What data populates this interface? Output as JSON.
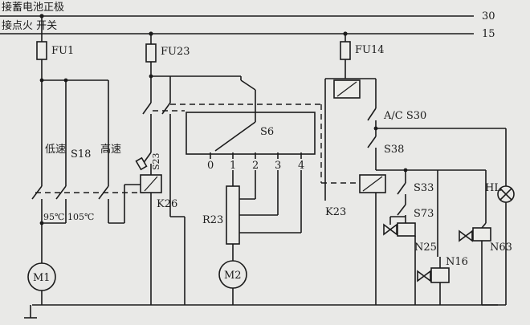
{
  "rails": {
    "battery_positive": "接蓄电池正极",
    "ignition_switch": "接点火  开关",
    "rail_30": "30",
    "rail_15": "15"
  },
  "fuses": {
    "fu1": "FU1",
    "fu23": "FU23",
    "fu14": "FU14"
  },
  "fan_switch": {
    "low_speed": "低速",
    "high_speed": "高速",
    "name": "S18",
    "temp_low": "95℃",
    "temp_high": "105℃"
  },
  "motors": {
    "m1": "M1",
    "m2": "M2"
  },
  "relays": {
    "k26": "K26",
    "k23": "K23",
    "s23": "S23"
  },
  "blower": {
    "switch": "S6",
    "resistor": "R23",
    "positions": [
      "0",
      "1",
      "2",
      "3",
      "4"
    ]
  },
  "ac_circuit": {
    "ac_switch": "A/C S30",
    "s38": "S38",
    "s33": "S33",
    "s73": "S73",
    "n25": "N25",
    "n16": "N16",
    "n63": "N63",
    "hl": "HL"
  }
}
